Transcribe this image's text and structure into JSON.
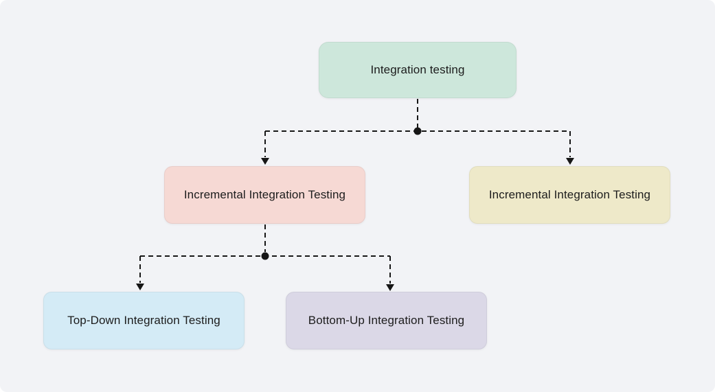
{
  "canvas": {
    "background": "#f2f3f6",
    "connector_color": "#161616",
    "text_color": "#1c1c1c"
  },
  "nodes": {
    "root": {
      "label": "Integration testing",
      "color": "#cde7db"
    },
    "incremental_left": {
      "label": "Incremental Integration Testing",
      "color": "#f6d9d4"
    },
    "incremental_right": {
      "label": "Incremental Integration Testing",
      "color": "#eee9c9"
    },
    "top_down": {
      "label": "Top-Down Integration Testing",
      "color": "#d4ebf6"
    },
    "bottom_up": {
      "label": "Bottom-Up Integration Testing",
      "color": "#dbd8e7"
    }
  }
}
